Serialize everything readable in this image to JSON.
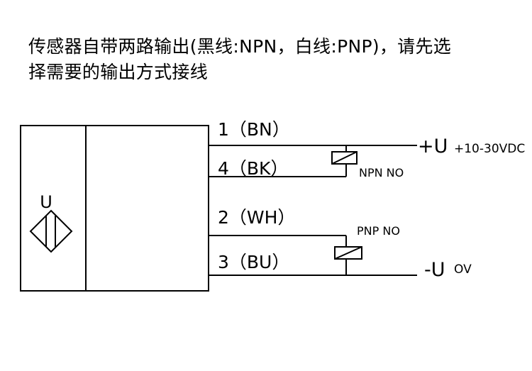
{
  "heading": {
    "line1": "传感器自带两路输出(黑线:NPN，白线:PNP)，请先选",
    "line2": "择需要的输出方式接线"
  },
  "sensor": {
    "symbol_label": "U"
  },
  "wires": [
    {
      "pin": "1",
      "color_code": "BN",
      "label": "1（BN）"
    },
    {
      "pin": "4",
      "color_code": "BK",
      "label": "4（BK）"
    },
    {
      "pin": "2",
      "color_code": "WH",
      "label": "2（WH）"
    },
    {
      "pin": "3",
      "color_code": "BU",
      "label": "3（BU）"
    }
  ],
  "loads": {
    "npn": "NPN NO",
    "pnp": "PNP NO"
  },
  "supply": {
    "positive_label": "+U",
    "positive_range": "+10-30VDC",
    "negative_label": "-U",
    "negative_value": "OV"
  },
  "colors": {
    "line": "#000000",
    "background": "#ffffff"
  }
}
